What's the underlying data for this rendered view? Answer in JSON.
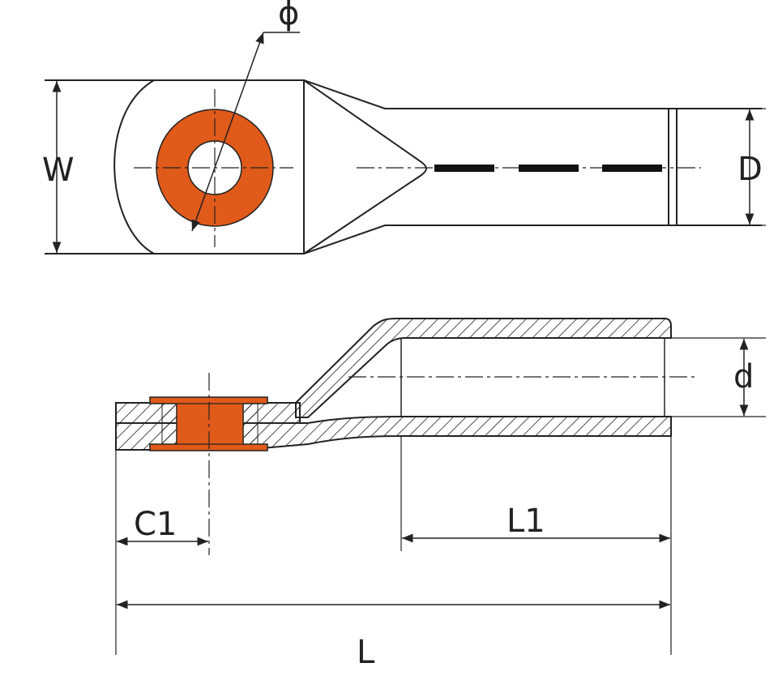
{
  "labels": {
    "phi": "ϕ",
    "W": "W",
    "D": "D",
    "d": "d",
    "C1": "C1",
    "L1": "L1",
    "L": "L"
  },
  "colors": {
    "copper": "#e05a1a",
    "line": "#222222",
    "background": "#ffffff"
  }
}
